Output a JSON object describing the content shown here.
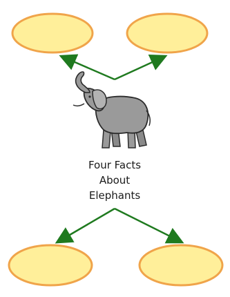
{
  "title_lines": [
    "Four Facts",
    "About",
    "Elephants"
  ],
  "colors": {
    "bubble_fill": "#ffef9a",
    "bubble_stroke": "#f0a44a",
    "arrow": "#1f7a1f",
    "elephant_body": "#9a9a9a",
    "elephant_outline": "#2b2b2b"
  },
  "bubbles": [
    {
      "label": ""
    },
    {
      "label": ""
    },
    {
      "label": ""
    },
    {
      "label": ""
    }
  ]
}
